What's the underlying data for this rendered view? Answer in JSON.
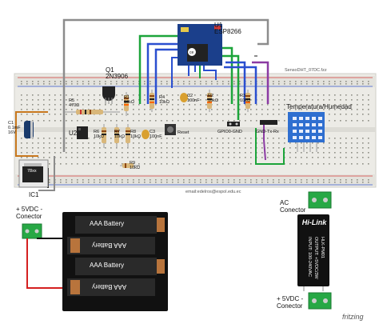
{
  "board_name": "SensoDHT_07DC.fzz",
  "email": "email:edelros@espol.edu.ec",
  "watermark": "fritzing",
  "module_u1": {
    "ref": "U1",
    "name": "ESP8266"
  },
  "transistor": {
    "ref": "Q1",
    "part": "2N3906"
  },
  "resistors": {
    "r5": {
      "ref": "R5",
      "value": "470Ω"
    },
    "r1": {
      "ref": "R1",
      "value": "10kΩ"
    },
    "r4": {
      "ref": "R4",
      "value": "10kΩ"
    },
    "r2": {
      "ref": "R2",
      "value": "10kΩ"
    },
    "r3": {
      "ref": "R3",
      "value": "10kΩ"
    },
    "r6": {
      "ref": "R6",
      "value": "10kΩ"
    },
    "r7": {
      "ref": "R7",
      "value": "10kΩ"
    },
    "r8": {
      "ref": "R8",
      "value": "10kΩ"
    },
    "r9": {
      "ref": "R9",
      "value": "10kΩ"
    }
  },
  "capacitors": {
    "c1": {
      "ref": "C1",
      "value": "0.1mF",
      "voltage": "16V"
    },
    "c2": {
      "ref": "C2",
      "value": "100nF"
    },
    "c3": {
      "ref": "C3",
      "value": "100nF"
    }
  },
  "u2": "U2",
  "reset": "Reset",
  "gpio_gnd": "GPIO0-GND",
  "serial": "GND-Tx-Rx",
  "sensor": "Temperatura/Humedad",
  "regulator": {
    "ref": "IC1",
    "part": "78xx"
  },
  "dc_connector": [
    "+ 5VDC -",
    "Conector"
  ],
  "batteries": [
    "AAA Battery",
    "AAA Battery",
    "AAA Battery",
    "AAA Battery"
  ],
  "ac_connector": [
    "AC",
    "Conector"
  ],
  "out_connector": [
    "+ 5VDC -",
    "Conector"
  ],
  "psu": {
    "brand": "Hi-Link",
    "line1": "INPUT: 100-240VAC",
    "line2": "OUTPUT: +5VDC/3W",
    "line3": "HLK-PM01"
  },
  "colors": {
    "gray_wire": "#8c8c8c",
    "green_wire": "#1ca43a",
    "blue_wire": "#2a4fd0",
    "purple_wire": "#8b3aa3",
    "orange_wire": "#c8781e",
    "red_wire": "#d42020",
    "black_wire": "#111111",
    "breadboard": "#ecebe6",
    "module_blue": "#1b3f8b"
  }
}
